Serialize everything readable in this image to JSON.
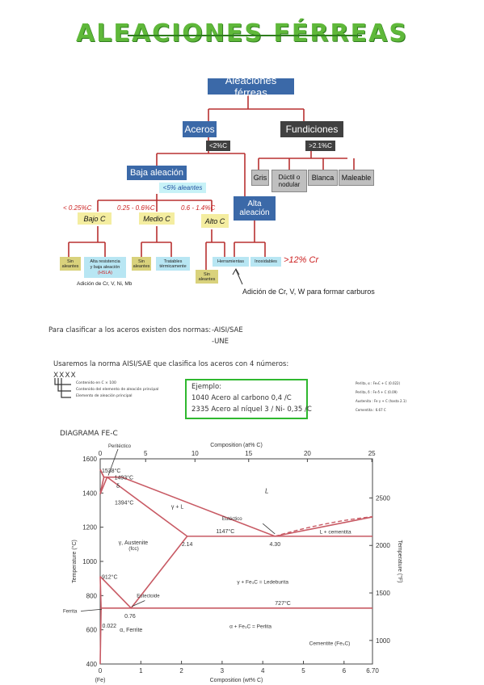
{
  "title": "ALEACIONES FÉRREAS",
  "tree": {
    "root": "Aleaciones férreas",
    "aceros": "Aceros",
    "aceros_limit": "<2%C",
    "fundiciones": "Fundiciones",
    "fundiciones_limit": ">2.1%C",
    "fund_types": [
      "Gris",
      "Dúctil o nodular",
      "Blanca",
      "Maleable"
    ],
    "baja": "Baja aleación",
    "baja_limit": "<5% aleantes",
    "alta": "Alta aleación",
    "ranges": [
      "< 0.25%C",
      "0.25 - 0.6%C",
      "0.6 - 1.4%C"
    ],
    "carbon_groups": [
      "Bajo C",
      "Medio C",
      "Alto C"
    ],
    "bajo_sin": "Sin aleantes",
    "hsla_line1": "Alta resistencia",
    "hsla_line2": "y baja aleación",
    "hsla_tag": "(HSLA)",
    "hsla_note": "Adición de Cr, V, Ni, Mb",
    "medio_sin": "Sin aleantes",
    "tratables": "Tratables térmicamente",
    "alto_sin": "Sin aleantes",
    "herramientas": "Herramientas",
    "inoxidables": "Inoxidables",
    "inox_cr": ">12% Cr",
    "carburos_note": "Adición de Cr, V, W para formar carburos"
  },
  "notes": {
    "normas_text": "Para clasificar a los aceros existen dos normas:",
    "norma1": "-AISI/SAE",
    "norma2": "-UNE",
    "usaremos": "Usaremos la norma AISI/SAE que clasifica los aceros con 4 números:",
    "xxxx": "XXXX",
    "legend": [
      "Contenido en C × 100",
      "Contenido del elemento de aleación principal",
      "Elemento de aleación principal"
    ],
    "ejemplo_title": "Ejemplo:",
    "ejemplo_1": "1040 Acero al carbono 0,4 /C",
    "ejemplo_2": "2335 Acero al níquel 3 / Ni- 0,35 /C",
    "side_notes": [
      "Perlita, α : Fe₃C + C (0.022)",
      "Perlita, δ : Fe δ + C (0.09)",
      "Austenita : Fe γ + C (hasta 2.1)",
      "Cementita : 6.67 C"
    ],
    "diagram_title": "DIAGRAMA FE-C"
  },
  "colors": {
    "accent_green": "#5fb83a",
    "box_blue": "#3b69a8",
    "box_dark": "#404040",
    "curve_red": "#c85a64",
    "frame_green": "#2fb82f"
  },
  "chart_data": {
    "type": "line",
    "title": "",
    "xlabel": "Composition (wt% C)",
    "x2label": "Composition (at% C)",
    "ylabel": "Temperature (°C)",
    "y2label": "Temperature (°F)",
    "xlim": [
      0,
      6.7
    ],
    "ylim": [
      400,
      1600
    ],
    "xticks": [
      0,
      1,
      2,
      3,
      4,
      5,
      6,
      6.7
    ],
    "xtick_labels": [
      "0",
      "1",
      "2",
      "3",
      "4",
      "5",
      "6",
      "6.70"
    ],
    "x_sub": "(Fe)",
    "yticks": [
      400,
      600,
      800,
      1000,
      1200,
      1400,
      1600
    ],
    "at_ticks": [
      0,
      5,
      10,
      15,
      20,
      25
    ],
    "f_ticks": [
      1000,
      1500,
      2000,
      2500
    ],
    "grid": false,
    "series": [
      {
        "points": [
          [
            0,
            1538
          ],
          [
            0.09,
            1493
          ],
          [
            0.53,
            1493
          ],
          [
            4.3,
            1147
          ],
          [
            6.7,
            1147
          ]
        ]
      },
      {
        "points": [
          [
            0,
            1538
          ],
          [
            0.09,
            1493
          ]
        ]
      },
      {
        "points": [
          [
            0,
            1394
          ],
          [
            0.09,
            1493
          ]
        ]
      },
      {
        "points": [
          [
            0,
            1394
          ],
          [
            0.17,
            1493
          ]
        ]
      },
      {
        "points": [
          [
            0.17,
            1493
          ],
          [
            2.14,
            1147
          ],
          [
            4.3,
            1147
          ]
        ]
      },
      {
        "points": [
          [
            0,
            912
          ],
          [
            0.76,
            727
          ],
          [
            2.14,
            1147
          ]
        ]
      },
      {
        "points": [
          [
            0,
            912
          ],
          [
            0.022,
            727
          ]
        ]
      },
      {
        "points": [
          [
            0,
            727
          ],
          [
            6.7,
            727
          ]
        ]
      },
      {
        "points": [
          [
            0.022,
            727
          ],
          [
            0,
            400
          ]
        ]
      },
      {
        "points": [
          [
            2.14,
            1147
          ],
          [
            2.14,
            1147
          ]
        ]
      },
      {
        "points": [
          [
            4.3,
            1147
          ],
          [
            6.7,
            1260
          ]
        ]
      }
    ],
    "annotations": [
      "1538°C",
      "1493°C",
      "1394°C",
      "1147°C",
      "912°C",
      "727°C",
      "2.14",
      "4.30",
      "0.76",
      "0.022",
      "L",
      "γ + L",
      "γ, Austenite",
      "(fcc)",
      "γ + Fe₃C = Ledeburita",
      "α + Fe₃C = Perlita",
      "α, Ferrite",
      "δ",
      "Cementite (Fe₃C)",
      "L + cementita",
      "Peritéctico",
      "Eutéctico",
      "Eutectoide",
      "Ferrita"
    ]
  }
}
